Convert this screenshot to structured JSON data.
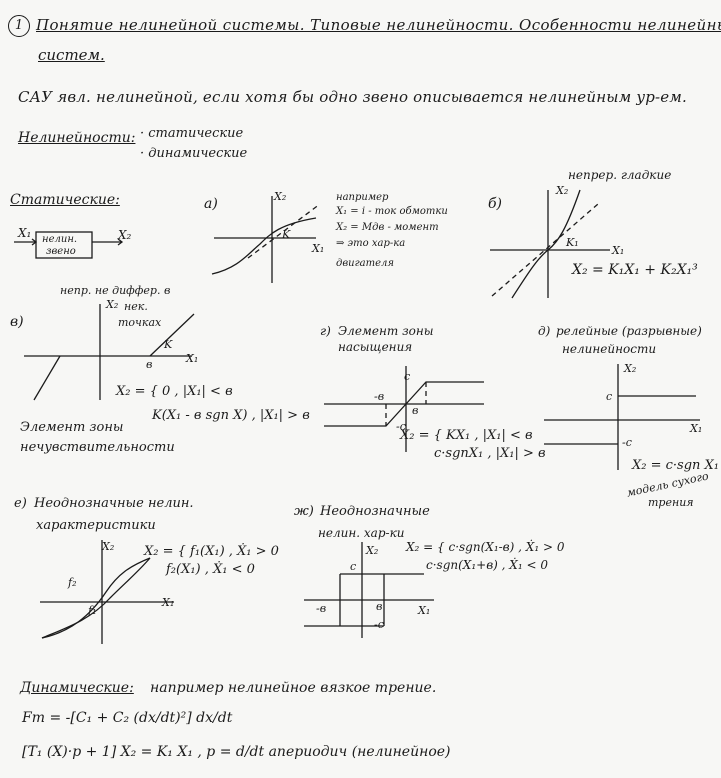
{
  "title": {
    "number": "1",
    "line1": "Понятие нелинейной системы. Типовые нелинейности. Особенности нелинейных",
    "line2": "систем."
  },
  "definition": "САУ явл. нелинейной, если хотя бы одно звено описывается нелинейным ур-ем.",
  "nonlinearities": {
    "label": "Нелинейности:",
    "items": [
      "· статические",
      "· динамические"
    ]
  },
  "static_section": {
    "label": "Статические:",
    "block": {
      "input": "X₁",
      "output": "X₂",
      "box_line1": "нелин.",
      "box_line2": "звено"
    }
  },
  "graph_a": {
    "letter": "а)",
    "x_axis": "X₁",
    "y_axis": "X₂",
    "slope": "K",
    "note": [
      "например",
      "X₁ = i - ток обмотки",
      "X₂ = Mдв - момент",
      "⇒ это хар-ка",
      "двигателя"
    ]
  },
  "graph_b": {
    "letter": "б)",
    "caption": "непрер. гладкие",
    "x_axis": "X₁",
    "y_axis": "X₂",
    "slope": "K₁",
    "formula": "X₂ = K₁X₁ + K₂X₁³"
  },
  "graph_v": {
    "letter": "в)",
    "caption_line1": "непр. не диффер. в",
    "caption_line2": "нек.",
    "caption_line3": "точках",
    "x_axis": "X₁",
    "y_axis": "X₂",
    "slope": "K",
    "b_mark": "в",
    "formula_line1": "X₂ = { 0 ,  |X₁| < в",
    "formula_line2": "K(X₁ - в sgn X) ,  |X₁| > в",
    "name_line1": "Элемент зоны",
    "name_line2": "нечувствительности"
  },
  "graph_g": {
    "letter": "г)",
    "caption_line1": "Элемент зоны",
    "caption_line2": "насыщения",
    "c_top": "c",
    "c_bottom": "-c",
    "b_left": "-в",
    "b_right": "в",
    "formula_line1": "X₂ = { KX₁ ,  |X₁| < в",
    "formula_line2": "c·sgnX₁ ,  |X₁| > в"
  },
  "graph_d": {
    "letter": "д)",
    "caption_line1": "релейные (разрывные)",
    "caption_line2": "нелинейности",
    "x_axis": "X₁",
    "y_axis": "X₂",
    "c_top": "c",
    "c_bottom": "-c",
    "formula": "X₂ = c·sgn X₁",
    "note_line1": "модель сухого",
    "note_line2": "трения"
  },
  "graph_e": {
    "letter": "е)",
    "caption_line1": "Неоднозначные нелин.",
    "caption_line2": "характеристики",
    "x_axis": "X₁",
    "y_axis": "X₂",
    "f1": "f₁",
    "f2": "f₂",
    "formula_line1": "X₂ = { f₁(X₁) ,  Ẋ₁ > 0",
    "formula_line2": "f₂(X₁) ,  Ẋ₁ < 0"
  },
  "graph_zh": {
    "letter": "ж)",
    "caption_line1": "Неоднозначные",
    "caption_line2": "нелин. хар-ки",
    "x_axis": "X₁",
    "y_axis": "X₂",
    "c_top": "c",
    "c_bottom": "-c",
    "b_left": "-в",
    "b_right": "в",
    "formula_line1": "X₂ = { c·sgn(X₁-в) ,  Ẋ₁ > 0",
    "formula_line2": "c·sgn(X₁+в) ,  Ẋ₁ < 0"
  },
  "dynamic_section": {
    "label": "Динамические:",
    "text": "например нелинейное вязкое трение.",
    "formula1": "Fт = -[C₁ + C₂ (dx/dt)²] dx/dt",
    "formula2": "[T₁ (X)·p + 1] X₂ = K₁ X₁ ,  p = d/dt   апериодич (нелинейное)"
  }
}
